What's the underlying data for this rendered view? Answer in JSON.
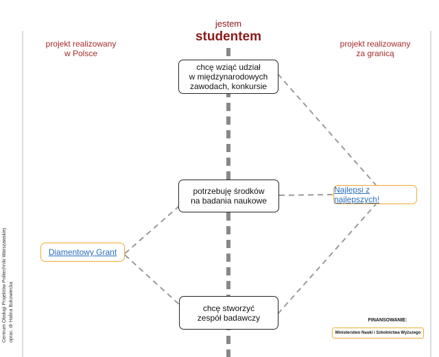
{
  "header": {
    "small": "jestem",
    "big": "studentem"
  },
  "left_heading": [
    "projekt realizowany",
    "w Polsce"
  ],
  "right_heading": [
    "projekt realizowany",
    "za granicą"
  ],
  "nodes": {
    "top": [
      "chcę wziąć udział",
      "w międzynarodowych",
      "zawodach, konkursie"
    ],
    "middle": [
      "potrzebuję środków",
      "na badania naukowe"
    ],
    "bottom": [
      "chcę stworzyć",
      "zespół badawczy"
    ]
  },
  "programs": {
    "left": "Diamentowy Grant",
    "right": "Najlepsi z najlepszych!"
  },
  "credit": [
    "Centrum Obsługi Projektów Politechniki Warszawskiej",
    "oprac. dr Halina Bukowiecka"
  ],
  "funding": {
    "label": "FINANSOWANIE:",
    "org": "Ministerstwo Nauki i Szkolnictwa Wyższego"
  },
  "colors": {
    "heading": "#8b1a1a",
    "link": "#2a6ebb",
    "program_border": "#f0a830",
    "connector": "#999999",
    "axis": "#888888"
  }
}
